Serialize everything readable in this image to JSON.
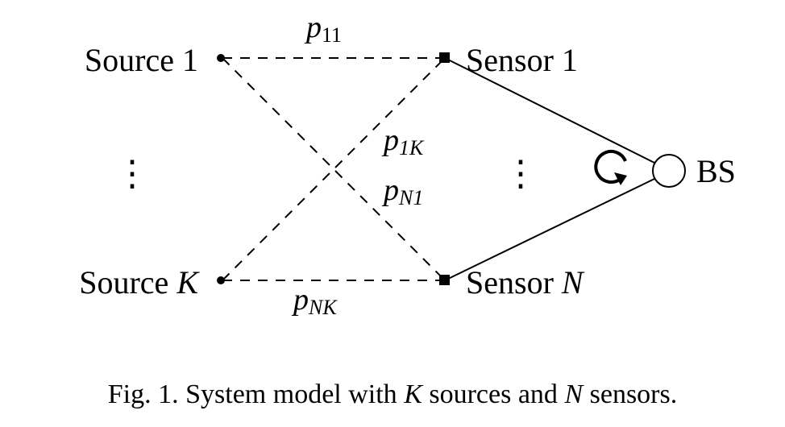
{
  "diagram": {
    "sources": {
      "top": [
        "Source 1"
      ],
      "bottom": [
        "Source ",
        "K"
      ]
    },
    "sensors": {
      "top": [
        "Sensor 1"
      ],
      "bottom": [
        "Sensor ",
        "N"
      ]
    },
    "bs": "BS",
    "probabilities": {
      "p11": {
        "base": "p",
        "sub": "11"
      },
      "p1K": {
        "base": "p",
        "sub": "1K"
      },
      "pN1": {
        "base": "p",
        "sub": "N1"
      },
      "pNK": {
        "base": "p",
        "sub": "NK"
      }
    },
    "vdots": "⋮"
  },
  "caption": {
    "prefix": "Fig. 1.  System model with ",
    "k": "K",
    "middle": " sources and ",
    "n": "N",
    "suffix": " sensors."
  }
}
